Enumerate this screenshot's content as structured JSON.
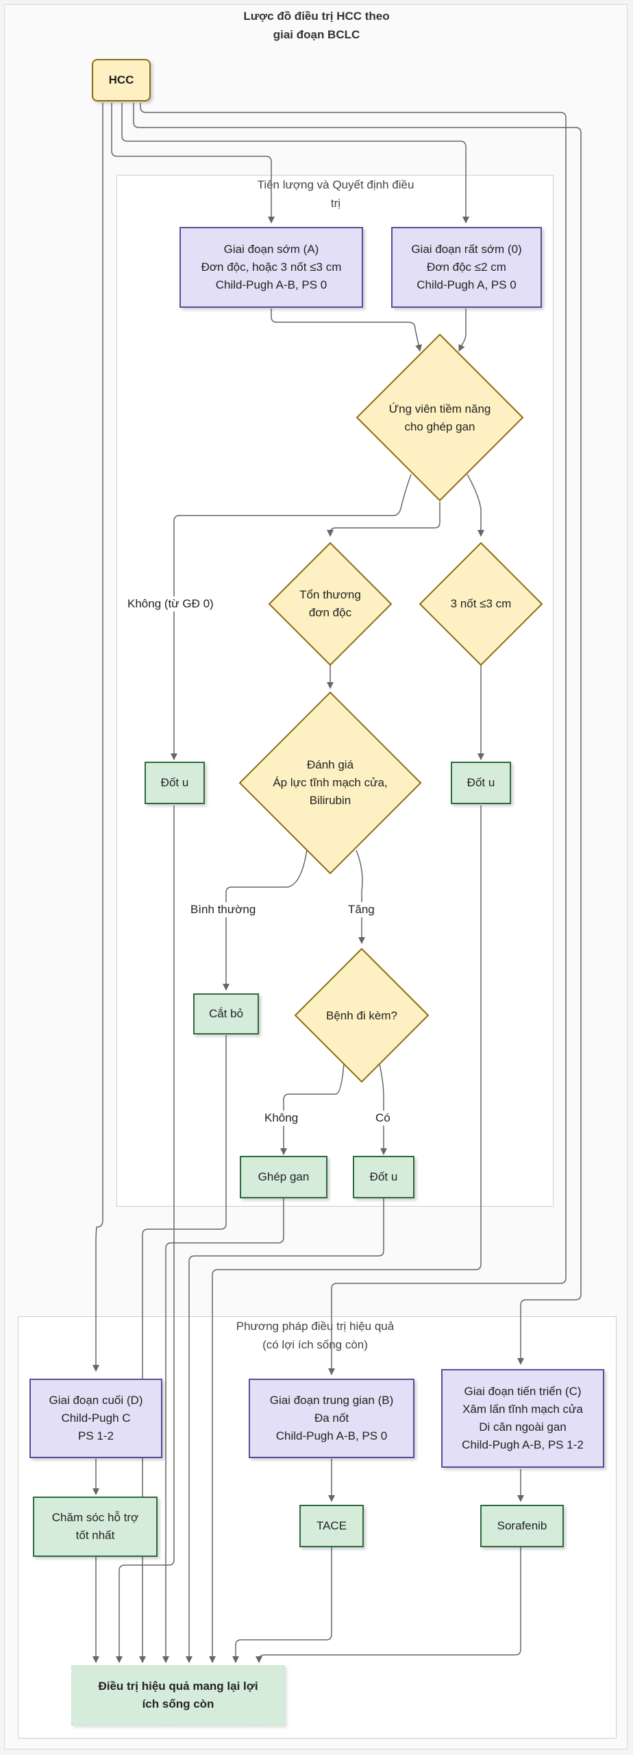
{
  "title_lines": [
    "Lược đồ điều trị HCC theo",
    "giai đoạn BCLC"
  ],
  "clusters": {
    "prognosis": [
      "Tiên lượng và Quyết định điều",
      "trị"
    ],
    "effective": [
      "Phương pháp điều trị hiệu quả",
      "(có lợi ích sống còn)"
    ]
  },
  "nodes": {
    "hcc": [
      "HCC"
    ],
    "early_a": [
      "Giai đoạn sớm (A)",
      "Đơn độc, hoặc 3 nốt ≤3 cm",
      "Child-Pugh A-B, PS 0"
    ],
    "very_early_0": [
      "Giai đoạn rất sớm (0)",
      "Đơn độc ≤2 cm",
      "Child-Pugh A, PS 0"
    ],
    "transplant_candidate": [
      "Ứng viên tiềm năng",
      "cho ghép gan"
    ],
    "single_lesion": [
      "Tổn thương",
      "đơn độc"
    ],
    "three_nodules": [
      "3 nốt ≤3 cm"
    ],
    "ablation_1": [
      "Đốt u"
    ],
    "assess_portal": [
      "Đánh giá",
      "Áp lực tĩnh mạch cửa,",
      "Bilirubin"
    ],
    "ablation_2": [
      "Đốt u"
    ],
    "resection": [
      "Cắt bỏ"
    ],
    "comorbidity": [
      "Bệnh đi kèm?"
    ],
    "transplant": [
      "Ghép gan"
    ],
    "ablation_3": [
      "Đốt u"
    ],
    "terminal_d": [
      "Giai đoạn cuối (D)",
      "Child-Pugh C",
      "PS 1-2"
    ],
    "intermediate_b": [
      "Giai đoạn trung gian (B)",
      "Đa nốt",
      "Child-Pugh A-B, PS 0"
    ],
    "advanced_c": [
      "Giai đoạn tiến triển (C)",
      "Xâm lấn tĩnh mạch cửa",
      "Di căn ngoài gan",
      "Child-Pugh A-B, PS 1-2"
    ],
    "best_support": [
      "Chăm sóc hỗ trợ",
      "tốt nhất"
    ],
    "tace": [
      "TACE"
    ],
    "sorafenib": [
      "Sorafenib"
    ],
    "outcome": [
      "Điều trị hiệu quả mang lại lợi",
      "ích sống còn"
    ]
  },
  "edge_labels": {
    "no_from_0": "Không (từ GĐ 0)",
    "normal": "Bình thường",
    "increased": "Tăng",
    "no": "Không",
    "yes": "Có"
  },
  "colors": {
    "stage_fill": "#e3dff6",
    "stage_border": "#5a4b99",
    "treat_fill": "#d6ecdb",
    "treat_border": "#2c6a3a",
    "decision_fill": "#fdf0c2",
    "decision_border": "#8a6d12",
    "edge": "#666666"
  }
}
